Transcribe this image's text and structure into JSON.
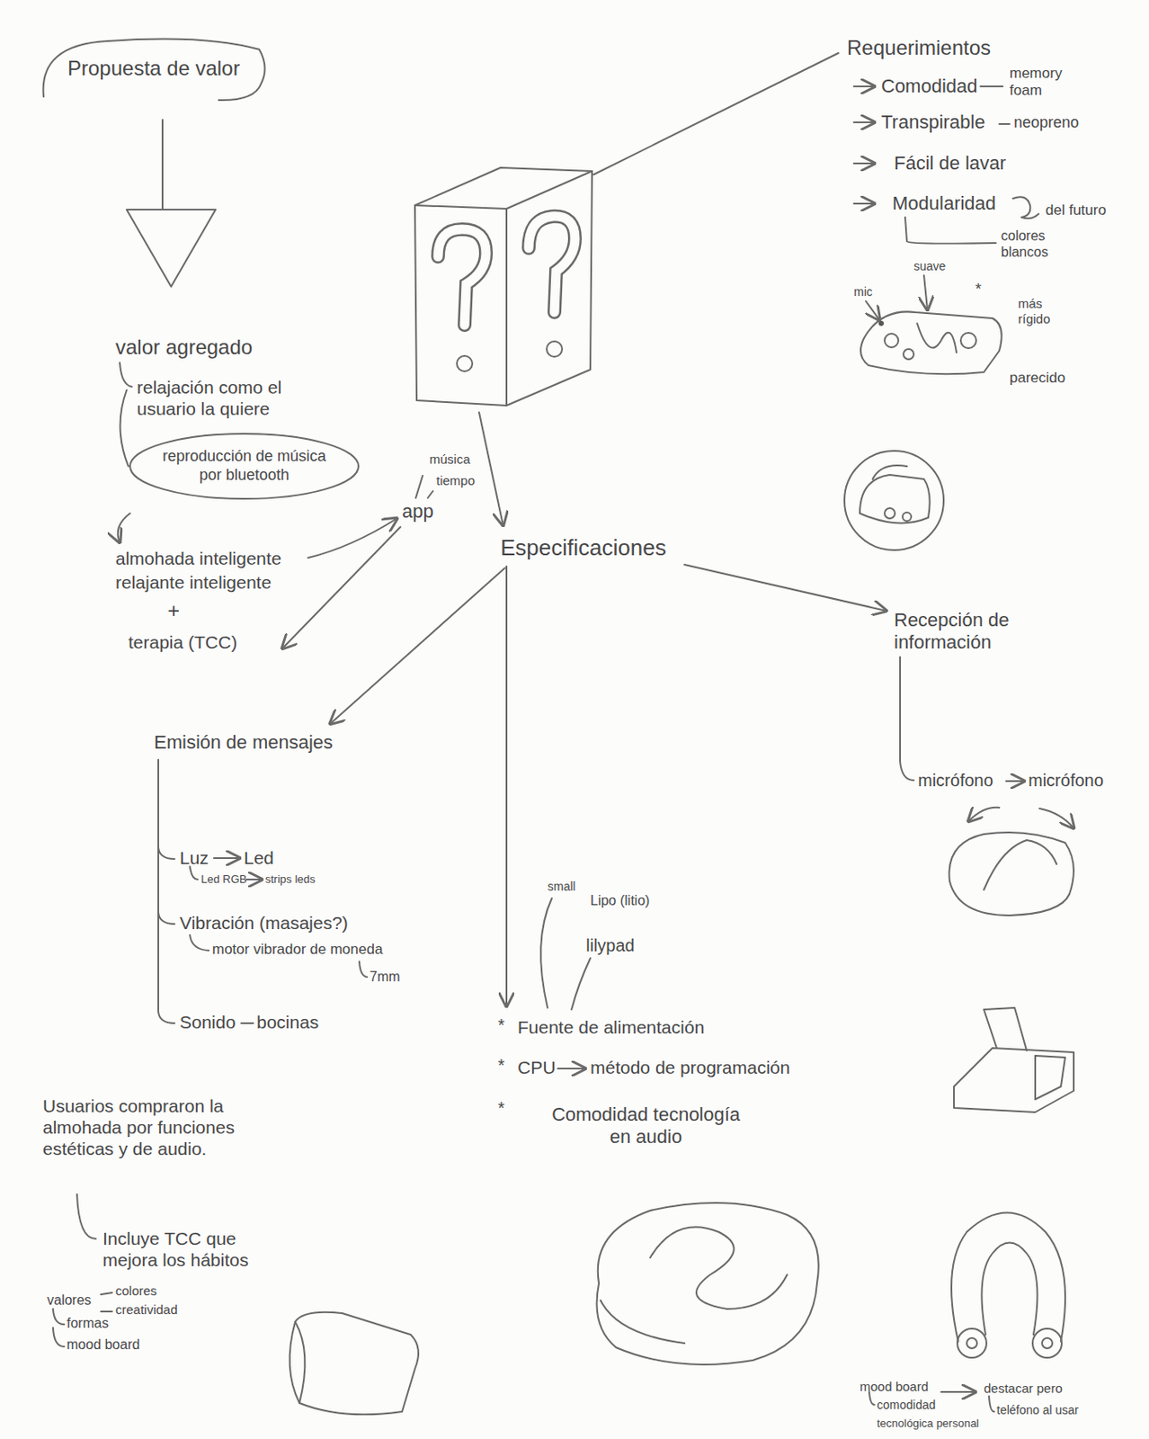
{
  "diagram": {
    "nodes": [
      {
        "text": [
          "Propuesta de valor"
        ]
      },
      {
        "text": [
          "reproducción de música por bluetooth"
        ]
      }
    ],
    "labels": [
      "valor agregado",
      "relajación como el usuario la quiere",
      "almohada inteligente",
      "relajante inteligente",
      "+",
      "terapia (TCC)",
      "app",
      "música",
      "tiempo",
      "Especificaciones",
      "Requerimientos",
      "Comodidad",
      "memory foam",
      "Transpirable",
      "neopreno",
      "Fácil de lavar",
      "Modularidad",
      "del futuro",
      "colores blancos",
      "mic",
      "suave",
      "*",
      "más rígido",
      "parecido",
      "Recepción de información",
      "micrófono",
      "micrófono",
      "Emisión de mensajes",
      "Luz",
      "Led",
      "Led RGB",
      "strips leds",
      "Vibración (masajes?)",
      "motor vibrador de moneda",
      "7mm",
      "Sonido",
      "bocinas",
      "small",
      "Lipo (litio)",
      "lilypad",
      "*",
      "Fuente de alimentación",
      "*",
      "CPU",
      "método de programación",
      "*",
      "Comodidad tecnología en audio",
      "Usuarios compraron la almohada por funciones estéticas y de audio.",
      "Incluye TCC que mejora los hábitos",
      "valores",
      "colores",
      "creatividad",
      "formas",
      "mood board",
      "mood board",
      "comodidad",
      "tecnológica personal",
      "destacar pero",
      "teléfono al usar"
    ]
  }
}
